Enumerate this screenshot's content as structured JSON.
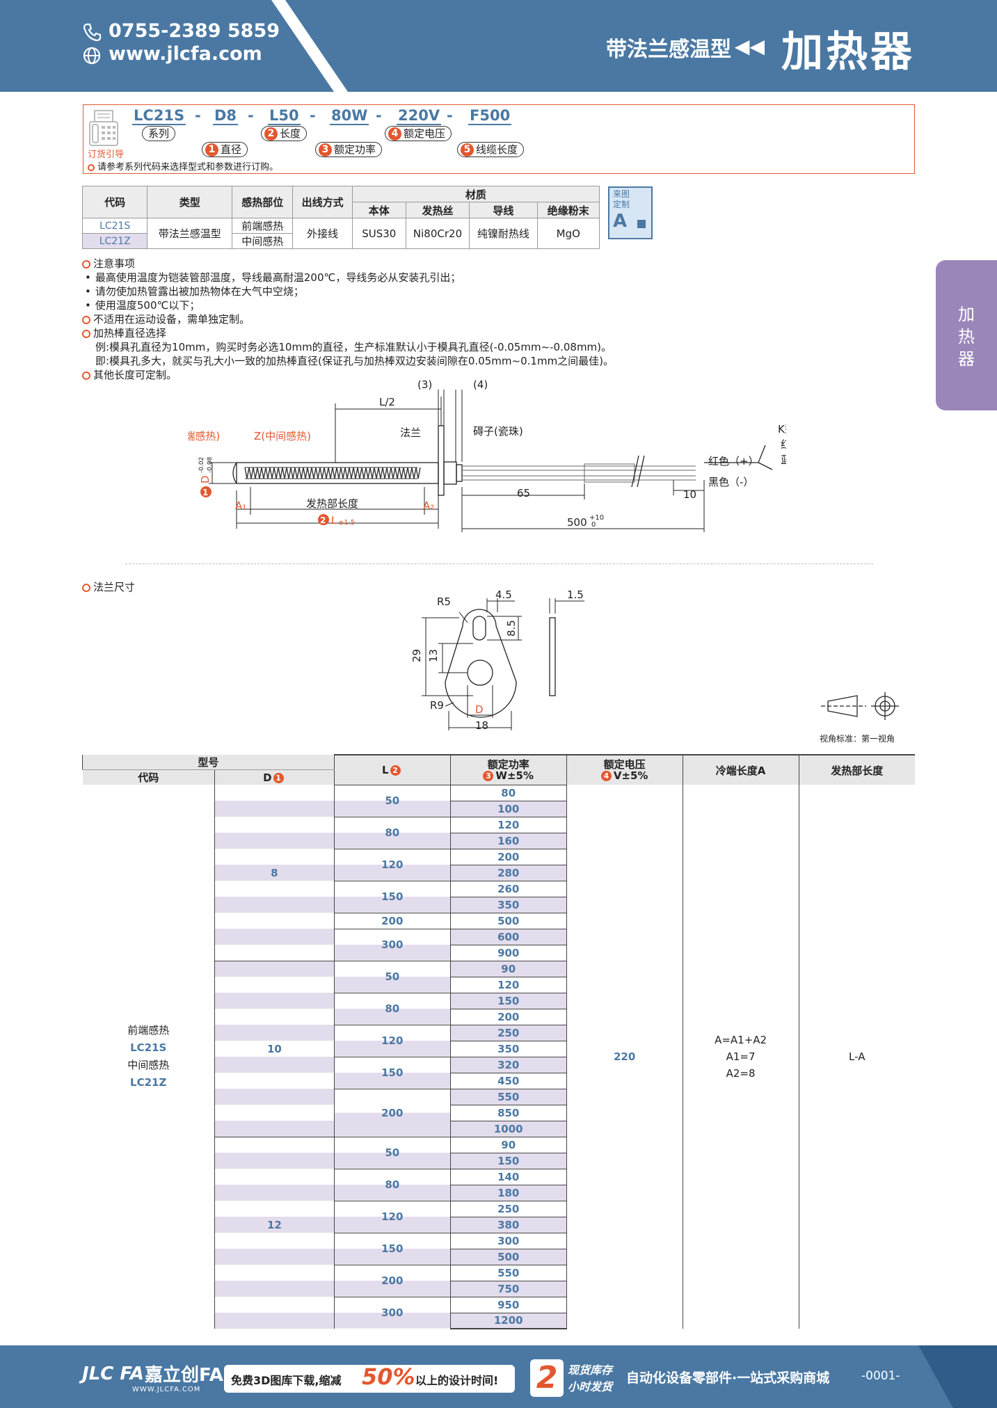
{
  "header": {
    "phone": "0755-2389 5859",
    "web": "www.jlcfa.com",
    "subtitle": "带法兰感温型",
    "title": "加热器"
  },
  "order": {
    "label": "订货引导",
    "codes": [
      "LC21S",
      "D8",
      "L50",
      "80W",
      "220V",
      "F500"
    ],
    "tags": {
      "series": "系列",
      "dia": "直径",
      "len": "长度",
      "power": "额定功率",
      "volt": "额定电压",
      "cable": "线缆长度"
    },
    "nums": [
      "1",
      "2",
      "3",
      "4",
      "5"
    ],
    "note": "请参考系列代码来选择型式和参数进行订购。"
  },
  "spec": {
    "headers": {
      "code": "代码",
      "type": "类型",
      "zone": "感热部位",
      "out": "出线方式",
      "mat": "材质",
      "body": "本体",
      "wire": "发热丝",
      "lead": "导线",
      "ins": "绝缘粉末"
    },
    "row": {
      "code1": "LC21S",
      "code2": "LC21Z",
      "type": "带法兰感温型",
      "zone1": "前端感热",
      "zone2": "中间感热",
      "out": "外接线",
      "body": "SUS30",
      "wire": "Ni80Cr20",
      "lead": "纯镍耐热线",
      "ins": "MgO"
    },
    "badge": {
      "top": "来图",
      "mid": "定制",
      "letter": "A"
    }
  },
  "notes": [
    "注意事项",
    "最高使用温度为铠装管部温度，导线最高耐温200℃，导线务必从安装孔引出；",
    "请勿使加热管露出被加热物体在大气中空烧；",
    "使用温度500℃以下；",
    "不适用在运动设备，需单独定制。",
    "加热棒直径选择",
    "例:模具孔直径为10mm，购买时务必选10mm的直径，生产标准默认小于模具孔直径(-0.05mm~-0.08mm)。",
    "即:模具孔多大，就买与孔大小一致的加热棒直径(保证孔与加热棒双边安装间隙在0.05mm~0.1mm之间最佳)。",
    "其他长度可定制。"
  ],
  "side": {
    "chars": [
      "加",
      "热",
      "器"
    ]
  },
  "drawing": {
    "L2": "L/2",
    "d3": "(3)",
    "d4": "(4)",
    "flange": "法兰",
    "bead": "碍子(瓷珠)",
    "s": "S(前端感热)",
    "z": "Z(中间感热)",
    "tc": "K型热电偶",
    "red1": "红色（+）",
    "blue": "蓝色（-）",
    "red2": "红色（+）",
    "black": "黑色（-）",
    "d65": "65",
    "d10": "10",
    "d500": "500",
    "tol": "+10",
    "tol0": "0",
    "heat": "发热部长度",
    "A1": "A₁",
    "A2": "A₂",
    "L": "L",
    "Ltol": "±1.5",
    "D": "D",
    "Dtol1": "-0.02",
    "Dtol2": "-0.08",
    "n1": "1",
    "n2": "2"
  },
  "flange": {
    "title": "法兰尺寸",
    "R5": "R5",
    "d45": "4.5",
    "d15": "1.5",
    "d85": "8.5",
    "d29": "29",
    "d13": "13",
    "R9": "R9",
    "D": "D",
    "d18": "18",
    "view": "视角标准：第一视角"
  },
  "table": {
    "h_model": "型号",
    "h_code": "代码",
    "h_D": "D",
    "h_L": "L",
    "h_W": "额定功率",
    "h_Wt": "W±5%",
    "h_V": "额定电压",
    "h_Vt": "V±5%",
    "h_A": "冷端长度A",
    "h_H": "发热部长度",
    "n1": "1",
    "n2": "2",
    "n3": "3",
    "n4": "4",
    "code_lines": [
      "前端感热",
      "LC21S",
      "中间感热",
      "LC21Z"
    ],
    "voltage": "220",
    "a_lines": [
      "A=A1+A2",
      "A1=7",
      "A2=8"
    ],
    "heat": "L-A",
    "groups": [
      {
        "D": "8",
        "lens": [
          {
            "L": "50",
            "w": [
              "80",
              "100"
            ]
          },
          {
            "L": "80",
            "w": [
              "120",
              "160"
            ]
          },
          {
            "L": "120",
            "w": [
              "200",
              "280"
            ]
          },
          {
            "L": "150",
            "w": [
              "260",
              "350"
            ]
          },
          {
            "L": "200",
            "w": [
              "500"
            ]
          },
          {
            "L": "300",
            "w": [
              "600",
              "900"
            ]
          }
        ]
      },
      {
        "D": "10",
        "lens": [
          {
            "L": "50",
            "w": [
              "90",
              "120"
            ]
          },
          {
            "L": "80",
            "w": [
              "150",
              "200"
            ]
          },
          {
            "L": "120",
            "w": [
              "250",
              "350"
            ]
          },
          {
            "L": "150",
            "w": [
              "320",
              "450"
            ]
          },
          {
            "L": "200",
            "w": [
              "550",
              "850",
              "1000"
            ]
          }
        ]
      },
      {
        "D": "12",
        "lens": [
          {
            "L": "50",
            "w": [
              "90",
              "150"
            ]
          },
          {
            "L": "80",
            "w": [
              "140",
              "180"
            ]
          },
          {
            "L": "120",
            "w": [
              "250",
              "380"
            ]
          },
          {
            "L": "150",
            "w": [
              "300",
              "500"
            ]
          },
          {
            "L": "200",
            "w": [
              "550",
              "750"
            ]
          },
          {
            "L": "300",
            "w": [
              "950",
              "1200"
            ]
          }
        ]
      }
    ]
  },
  "footer": {
    "logo": "JLC FA",
    "cn": "嘉立创FA",
    "url": "WWW.JLCFA.COM",
    "slogan1": "免费3D图库下载,缩减",
    "pct": "50%",
    "slogan2": "以上的设计时间!",
    "big2": "2",
    "stock1": "现货库存",
    "stock2": "小时发货",
    "mall": "自动化设备零部件·一站式采购商城",
    "page": "-0001-"
  },
  "colors": {
    "blue": "#4a78a3",
    "orange": "#e3572f",
    "purple": "#e3dcec",
    "side": "#9b86ba"
  }
}
